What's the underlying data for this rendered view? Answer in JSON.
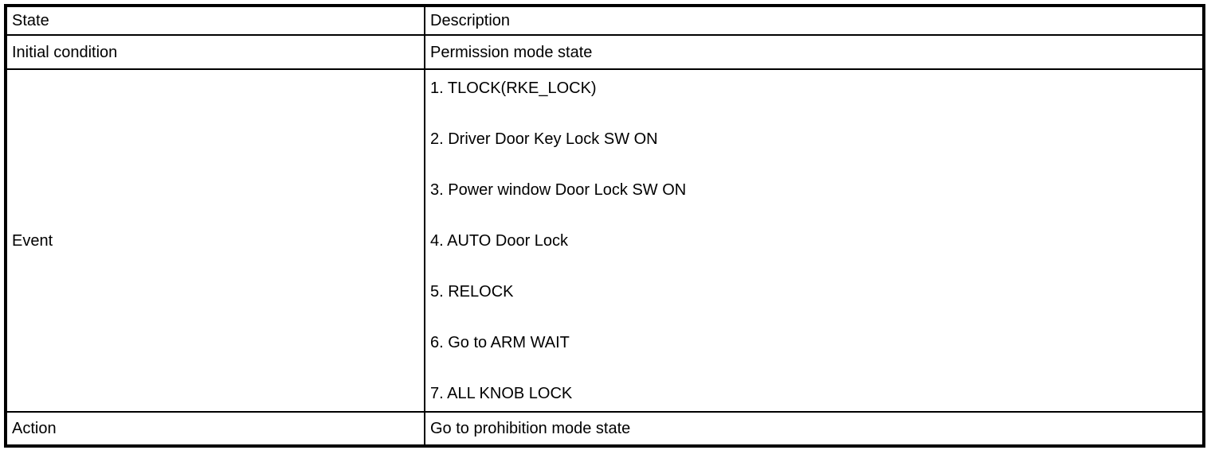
{
  "table": {
    "columns": [
      "State",
      "Description"
    ],
    "rows": [
      {
        "state": "Initial condition",
        "description": [
          "Permission mode state"
        ]
      },
      {
        "state": "Event",
        "description": [
          "1. TLOCK(RKE_LOCK)",
          "2. Driver Door Key Lock SW ON",
          "3. Power window Door Lock SW ON",
          "4. AUTO Door Lock",
          "5. RELOCK",
          "6. Go to ARM WAIT",
          "7. ALL KNOB LOCK"
        ]
      },
      {
        "state": "Action",
        "description": [
          "Go to prohibition mode state"
        ]
      }
    ]
  },
  "colors": {
    "border": "#000000",
    "text": "#000000",
    "background": "#ffffff"
  }
}
